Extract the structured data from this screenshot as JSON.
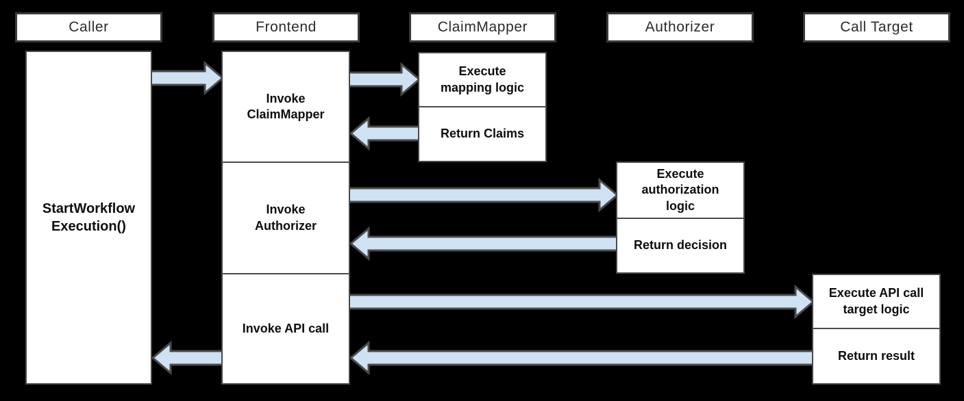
{
  "actors": [
    {
      "id": "caller",
      "label": "Caller"
    },
    {
      "id": "frontend",
      "label": "Frontend"
    },
    {
      "id": "claim-mapper",
      "label": "ClaimMapper"
    },
    {
      "id": "authorizer",
      "label": "Authorizer"
    },
    {
      "id": "call-target",
      "label": "Call Target"
    }
  ],
  "caller": {
    "activation_label": "StartWorkflow\nExecution()"
  },
  "frontend_steps": [
    {
      "label": "Invoke\nClaimMapper"
    },
    {
      "label": "Invoke\nAuthorizer"
    },
    {
      "label": "Invoke API call"
    }
  ],
  "claim_mapper_steps": [
    {
      "label": "Execute\nmapping logic"
    },
    {
      "label": "Return Claims"
    }
  ],
  "authorizer_steps": [
    {
      "label": "Execute\nauthorization\nlogic"
    },
    {
      "label": "Return decision"
    }
  ],
  "call_target_steps": [
    {
      "label": "Execute API call\ntarget logic"
    },
    {
      "label": "Return result"
    }
  ],
  "arrows": [
    {
      "from": "Caller",
      "to": "Frontend",
      "direction": "right",
      "purpose": "start workflow execution"
    },
    {
      "from": "Frontend",
      "to": "ClaimMapper",
      "direction": "right",
      "purpose": "invoke claim mapper"
    },
    {
      "from": "ClaimMapper",
      "to": "Frontend",
      "direction": "left",
      "purpose": "return claims"
    },
    {
      "from": "Frontend",
      "to": "Authorizer",
      "direction": "right",
      "purpose": "invoke authorizer"
    },
    {
      "from": "Authorizer",
      "to": "Frontend",
      "direction": "left",
      "purpose": "return decision"
    },
    {
      "from": "Frontend",
      "to": "Call Target",
      "direction": "right",
      "purpose": "invoke API call"
    },
    {
      "from": "Call Target",
      "to": "Frontend",
      "direction": "left",
      "purpose": "return result"
    },
    {
      "from": "Frontend",
      "to": "Caller",
      "direction": "left",
      "purpose": "return result"
    }
  ],
  "colors": {
    "background": "#000000",
    "box_fill": "#ffffff",
    "box_border": "#4a4a4a",
    "header_border": "#3a3a3a",
    "arrow_fill": "#cfe2f3",
    "arrow_stroke": "#4a4a4a",
    "text": "#0d0d0d"
  }
}
